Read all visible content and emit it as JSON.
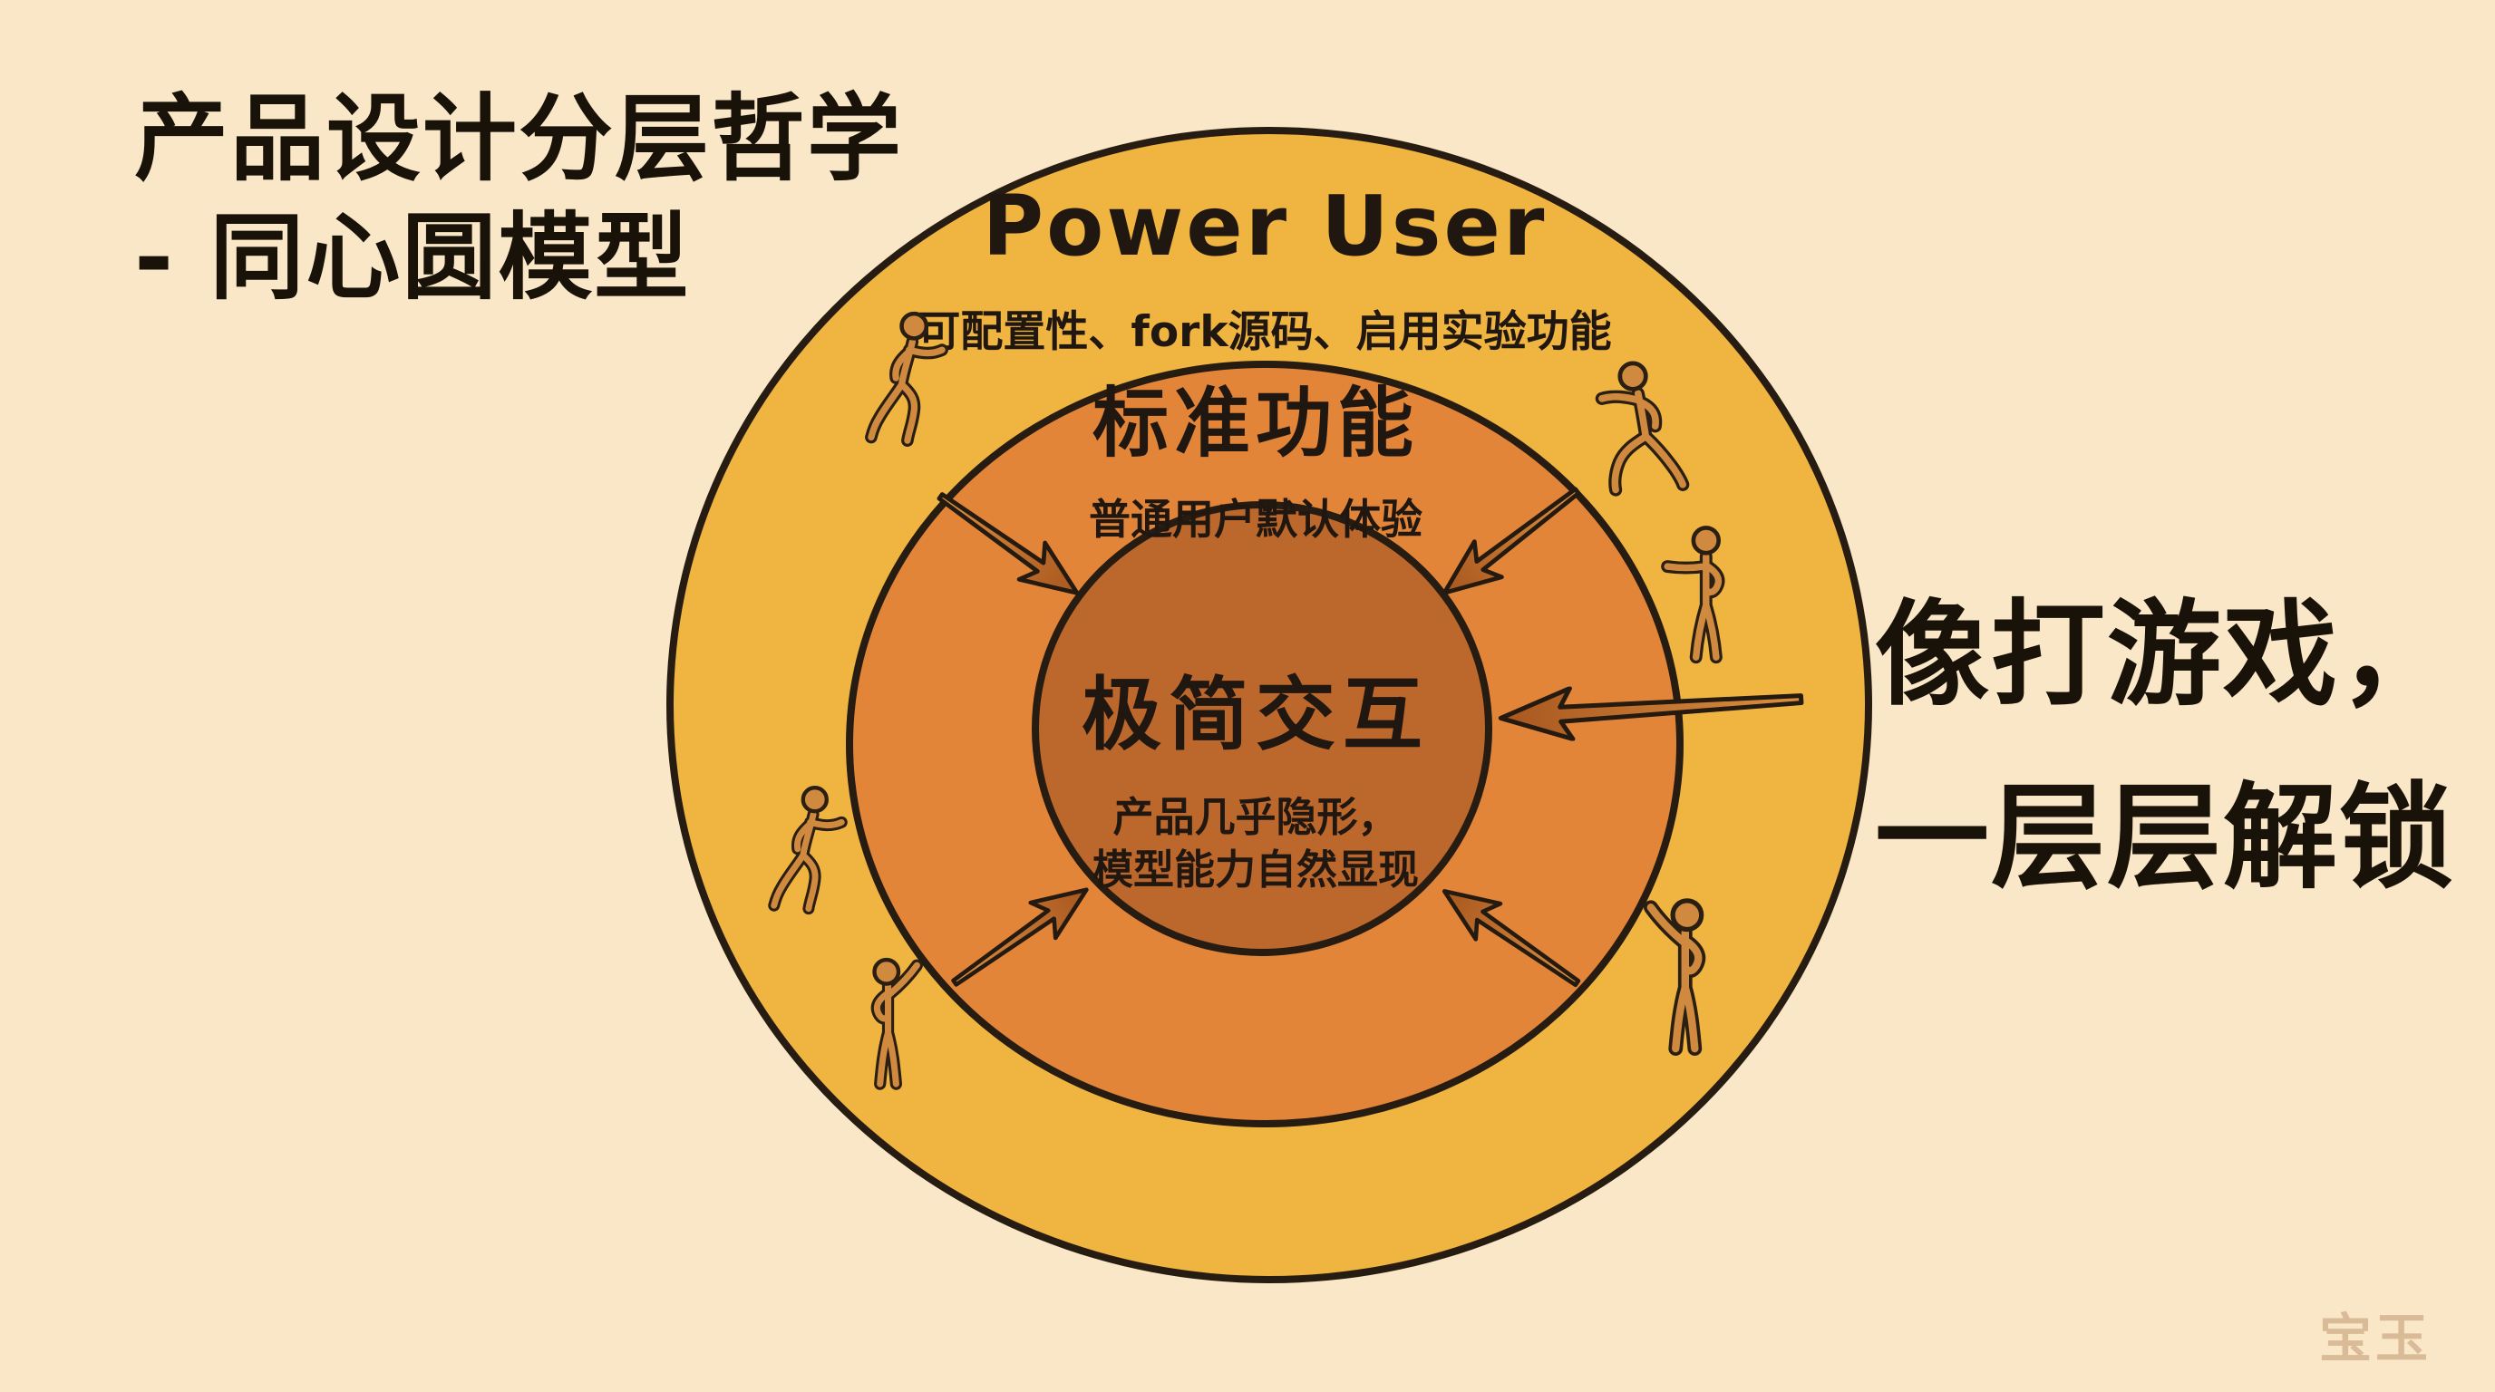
{
  "title": {
    "line1": "产品设计分层哲学",
    "line2": "- 同心圆模型"
  },
  "note": {
    "line1": "像打游戏，",
    "line2": "一层层解锁"
  },
  "rings": {
    "outer": {
      "label": "Power User",
      "sublabel": "可配置性、fork源码、启用实验功能"
    },
    "middle": {
      "label": "标准功能",
      "sublabel": "普通用户默认体验"
    },
    "inner": {
      "label": "极简交互",
      "sublabel_line1": "产品几乎隐形，",
      "sublabel_line2": "模型能力自然显现"
    }
  },
  "watermark": "宝玉",
  "icons": {
    "figures": [
      "person-walking-icon",
      "person-running-icon",
      "person-reaching-icon",
      "person-walking-icon",
      "person-arm-raised-icon",
      "person-arm-raised-icon"
    ],
    "arrows": [
      "inward-arrow-top-left",
      "inward-arrow-top-right",
      "inward-arrow-right",
      "inward-arrow-bottom-left",
      "inward-arrow-bottom-right"
    ]
  },
  "colors": {
    "background": "#F9E7C7",
    "outer_ring": "#F0B441",
    "middle_ring": "#E28538",
    "inner_circle": "#BC672B",
    "outline": "#261C11",
    "figure_fill": "#D08A3F",
    "arrow_fill_dark": "#A9571F",
    "arrow_fill_light": "#D98F3F",
    "text": "#1C150D",
    "watermark_color": "#D9BC97"
  }
}
